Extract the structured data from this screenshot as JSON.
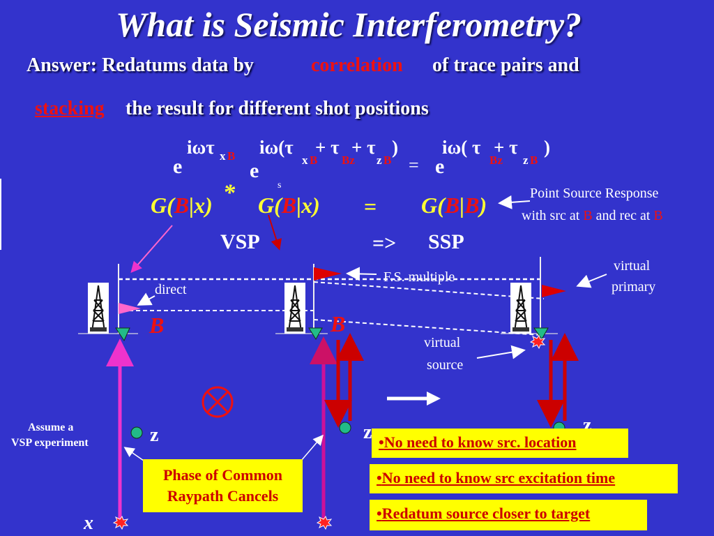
{
  "title": "What is Seismic Interferometry?",
  "answer": {
    "part1": "Answer: Redatums data by",
    "correlation": "correlation",
    "part2": "of  trace pairs and",
    "stacking": "stacking",
    "part3": "the result for different shot positions"
  },
  "equation": {
    "e": "e",
    "exp1": "iωτ",
    "exp1_sub_x": "x",
    "exp1_sub_B": "B",
    "exp2_open": "iω(τ",
    "exp2_sub1_x": "x",
    "exp2_sub1_B": "B",
    "exp2_plus1": "+ τ",
    "exp2_sub2": "Bz",
    "exp2_plus2": "+ τ",
    "exp2_sub3_z": "z",
    "exp2_sub3_B": "B",
    "exp2_close": ")",
    "s_sub": "s",
    "equals_small": "=",
    "exp3_open": "iω( τ",
    "exp3_sub1": "Bz",
    "exp3_plus": "+ τ",
    "exp3_sub2_z": "z",
    "exp3_sub2_B": "B",
    "exp3_close": ")"
  },
  "green": {
    "g1_pre": "G(",
    "g1_B": "B",
    "g1_post": "|x)",
    "star": "*",
    "g2_pre": "G(",
    "g2_B": "B",
    "g2_post": "|x)",
    "equals": "=",
    "g3_pre": "G(",
    "g3_B1": "B",
    "g3_bar": "|",
    "g3_B2": "B",
    "g3_post": ")"
  },
  "point_source": {
    "line1": "Point Source Response",
    "line2_pre": "with src at",
    "line2_B1": "B",
    "line2_mid": "and rec at",
    "line2_B2": "B"
  },
  "vsp": "VSP",
  "arrow": "=>",
  "ssp": "SSP",
  "labels": {
    "direct": "direct",
    "fs_multiple": "F.S. multiple",
    "virtual_primary_1": "virtual",
    "virtual_primary_2": "primary",
    "virtual_source_1": "virtual",
    "virtual_source_2": "source",
    "B_left": "B",
    "B_mid": "B",
    "z_left": "z",
    "z_mid": "z",
    "z_right": "z",
    "x": "x",
    "assume_1": "Assume a",
    "assume_2": "VSP experiment"
  },
  "phase_box": {
    "line1": "Phase of Common",
    "line2": "Raypath Cancels"
  },
  "bullets": [
    "No need to know src. location",
    "No need to know src excitation time",
    "Redatum source closer to target"
  ],
  "colors": {
    "background": "#3333cc",
    "accent_red": "#ee1111",
    "highlight_yellow": "#ffff33",
    "ray_magenta": "#ee33cc",
    "ray_darkred": "#cc0000"
  }
}
